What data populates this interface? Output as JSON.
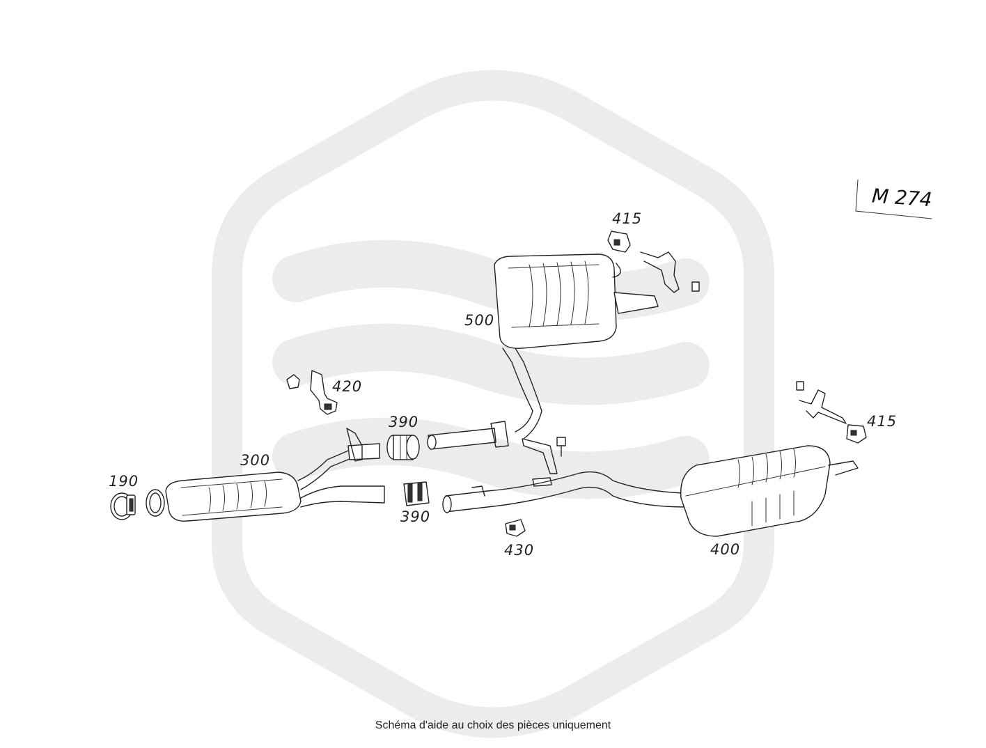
{
  "diagram": {
    "engine_code": "M 274",
    "caption": "Schéma d'aide au choix des pièces uniquement",
    "parts": [
      {
        "id": "190",
        "label": "190"
      },
      {
        "id": "300",
        "label": "300"
      },
      {
        "id": "390a",
        "label": "390"
      },
      {
        "id": "390b",
        "label": "390"
      },
      {
        "id": "400",
        "label": "400"
      },
      {
        "id": "415a",
        "label": "415"
      },
      {
        "id": "415b",
        "label": "415"
      },
      {
        "id": "420",
        "label": "420"
      },
      {
        "id": "430",
        "label": "430"
      },
      {
        "id": "500",
        "label": "500"
      }
    ]
  }
}
